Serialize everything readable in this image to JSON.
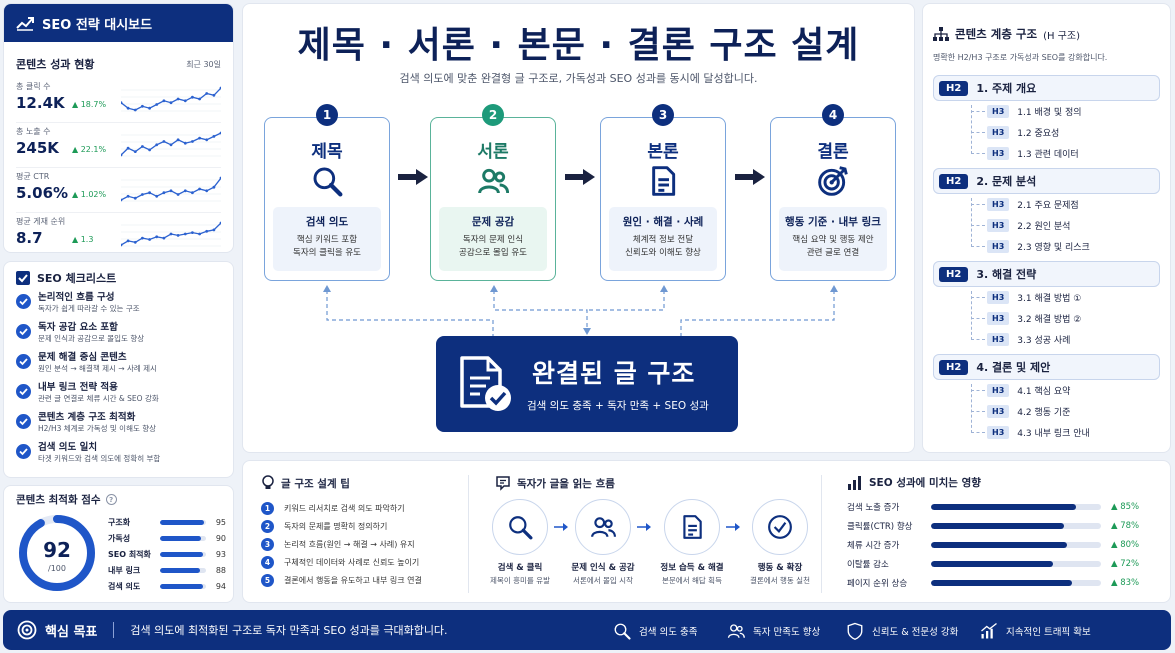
{
  "dashboard": {
    "title": "SEO 전략 대시보드",
    "performance_title": "콘텐츠 성과 현황",
    "period": "최근 30일",
    "metrics": [
      {
        "label": "총 클릭 수",
        "value": "12.4K",
        "delta": "▲ 18.7%",
        "spark": [
          12,
          9,
          8,
          10,
          9,
          11,
          13,
          12,
          14,
          13,
          15,
          14,
          17,
          16,
          20
        ]
      },
      {
        "label": "총 노출 수",
        "value": "245K",
        "delta": "▲ 22.1%",
        "spark": [
          6,
          10,
          8,
          11,
          9,
          12,
          14,
          12,
          15,
          13,
          14,
          16,
          15,
          17,
          19
        ]
      },
      {
        "label": "평균 CTR",
        "value": "5.06%",
        "delta": "▲ 1.02%",
        "spark": [
          8,
          10,
          9,
          11,
          12,
          10,
          12,
          13,
          11,
          13,
          12,
          14,
          13,
          15,
          20
        ]
      },
      {
        "label": "평균 게재 순위",
        "value": "8.7",
        "delta": "▲ 1.3",
        "spark": [
          4,
          7,
          6,
          9,
          8,
          10,
          9,
          12,
          11,
          12,
          13,
          12,
          14,
          15,
          20
        ]
      }
    ]
  },
  "checklist": {
    "title": "SEO 체크리스트",
    "items": [
      {
        "title": "논리적인 흐름 구성",
        "desc": "독자가 쉽게 따라갈 수 있는 구조"
      },
      {
        "title": "독자 공감 요소 포함",
        "desc": "문제 인식과 공감으로 몰입도 향상"
      },
      {
        "title": "문제 해결 중심 콘텐츠",
        "desc": "원인 분석 → 해결책 제시 → 사례 제시"
      },
      {
        "title": "내부 링크 전략 적용",
        "desc": "관련 글 연결로 체류 시간 & SEO 강화"
      },
      {
        "title": "콘텐츠 계층 구조 최적화",
        "desc": "H2/H3 체계로 가독성 및 이해도 향상"
      },
      {
        "title": "검색 의도 일치",
        "desc": "타겟 키워드와 검색 의도에 정확히 부합"
      }
    ]
  },
  "score": {
    "title": "콘텐츠 최적화 점수",
    "help": "?",
    "value": "92",
    "value_num": 92,
    "max": "/100",
    "rows": [
      {
        "label": "구조화",
        "value": "95",
        "pct": 95
      },
      {
        "label": "가독성",
        "value": "90",
        "pct": 90
      },
      {
        "label": "SEO 최적화",
        "value": "93",
        "pct": 93
      },
      {
        "label": "내부 링크",
        "value": "88",
        "pct": 88
      },
      {
        "label": "검색 의도",
        "value": "94",
        "pct": 94
      }
    ]
  },
  "main": {
    "title": "제목 · 서론 · 본문 · 결론 구조 설계",
    "subtitle": "검색 의도에 맞춘 완결형 글 구조로, 가독성과 SEO 성과를 동시에 달성합니다.",
    "steps": [
      {
        "num": "1",
        "name": "제목",
        "icon": "search-icon",
        "box_title": "검색 의도",
        "box_desc": [
          "핵심 키워드 포함",
          "독자의 클릭을 유도"
        ]
      },
      {
        "num": "2",
        "name": "서론",
        "icon": "users-icon",
        "box_title": "문제 공감",
        "box_desc": [
          "독자의 문제 인식",
          "공감으로 몰입 유도"
        ]
      },
      {
        "num": "3",
        "name": "본론",
        "icon": "document-icon",
        "box_title": "원인 · 해결 · 사례",
        "box_desc": [
          "체계적 정보 전달",
          "신뢰도와 이해도 향상"
        ]
      },
      {
        "num": "4",
        "name": "결론",
        "icon": "target-icon",
        "box_title": "행동 기준 · 내부 링크",
        "box_desc": [
          "핵심 요약 및 행동 제안",
          "관련 글로 연결"
        ]
      }
    ],
    "result_title": "완결된 글 구조",
    "result_desc": "검색 의도 충족 + 독자 만족 + SEO 성과"
  },
  "toc": {
    "title": "콘텐츠 계층 구조",
    "title_suffix": "(H 구조)",
    "subtitle": "명확한 H2/H3 구조로 가독성과 SEO를 강화합니다.",
    "groups": [
      {
        "tag": "H2",
        "title": "1. 주제 개요",
        "items": [
          {
            "tag": "H3",
            "title": "1.1 배경 및 정의"
          },
          {
            "tag": "H3",
            "title": "1.2 중요성"
          },
          {
            "tag": "H3",
            "title": "1.3 관련 데이터"
          }
        ]
      },
      {
        "tag": "H2",
        "title": "2. 문제 분석",
        "items": [
          {
            "tag": "H3",
            "title": "2.1 주요 문제점"
          },
          {
            "tag": "H3",
            "title": "2.2 원인 분석"
          },
          {
            "tag": "H3",
            "title": "2.3 영향 및 리스크"
          }
        ]
      },
      {
        "tag": "H2",
        "title": "3. 해결 전략",
        "items": [
          {
            "tag": "H3",
            "title": "3.1 해결 방법 ①"
          },
          {
            "tag": "H3",
            "title": "3.2 해결 방법 ②"
          },
          {
            "tag": "H3",
            "title": "3.3 성공 사례"
          }
        ]
      },
      {
        "tag": "H2",
        "title": "4. 결론 및 제안",
        "items": [
          {
            "tag": "H3",
            "title": "4.1 핵심 요약"
          },
          {
            "tag": "H3",
            "title": "4.2 행동 기준"
          },
          {
            "tag": "H3",
            "title": "4.3 내부 링크 안내"
          }
        ]
      }
    ]
  },
  "tips": {
    "title": "글 구조 설계 팁",
    "items": [
      {
        "num": "1",
        "text": "키워드 리서치로 검색 의도 파악하기"
      },
      {
        "num": "2",
        "text": "독자의 문제를 명확히 정의하기"
      },
      {
        "num": "3",
        "text": "논리적 흐름(원인 → 해결 → 사례) 유지"
      },
      {
        "num": "4",
        "text": "구체적인 데이터와 사례로 신뢰도 높이기"
      },
      {
        "num": "5",
        "text": "결론에서 행동을 유도하고 내부 링크 연결"
      }
    ]
  },
  "flow": {
    "title": "독자가 글을 읽는 흐름",
    "items": [
      {
        "icon": "search-icon",
        "title": "검색 & 클릭",
        "desc": "제목이 흥미를 유발"
      },
      {
        "icon": "users-icon",
        "title": "문제 인식 & 공감",
        "desc": "서론에서 몰입 시작"
      },
      {
        "icon": "document-icon",
        "title": "정보 습득 & 해결",
        "desc": "본문에서 해답 획득"
      },
      {
        "icon": "check-circle-icon",
        "title": "행동 & 확장",
        "desc": "결론에서 행동 실천"
      }
    ]
  },
  "impact": {
    "title": "SEO 성과에 미치는 영향",
    "rows": [
      {
        "label": "검색 노출 증가",
        "value": "▲ 85%",
        "pct": 85
      },
      {
        "label": "클릭률(CTR) 향상",
        "value": "▲ 78%",
        "pct": 78
      },
      {
        "label": "체류 시간 증가",
        "value": "▲ 80%",
        "pct": 80
      },
      {
        "label": "이탈률 감소",
        "value": "▲ 72%",
        "pct": 72
      },
      {
        "label": "페이지 순위 상승",
        "value": "▲ 83%",
        "pct": 83
      }
    ]
  },
  "footer": {
    "label": "핵심 목표",
    "text": "검색 의도에 최적화된 구조로 독자 만족과 SEO 성과를 극대화합니다.",
    "items": [
      {
        "icon": "search-icon",
        "text": "검색 의도 충족"
      },
      {
        "icon": "users-icon",
        "text": "독자 만족도 향상"
      },
      {
        "icon": "shield-icon",
        "text": "신뢰도 & 전문성 강화"
      },
      {
        "icon": "growth-chart-icon",
        "text": "지속적인 트래픽 확보"
      }
    ]
  },
  "colors": {
    "primary": "#0d2f7e",
    "accent": "#1f56c8",
    "success": "#1d9a57",
    "teal": "#1d9a7a"
  }
}
